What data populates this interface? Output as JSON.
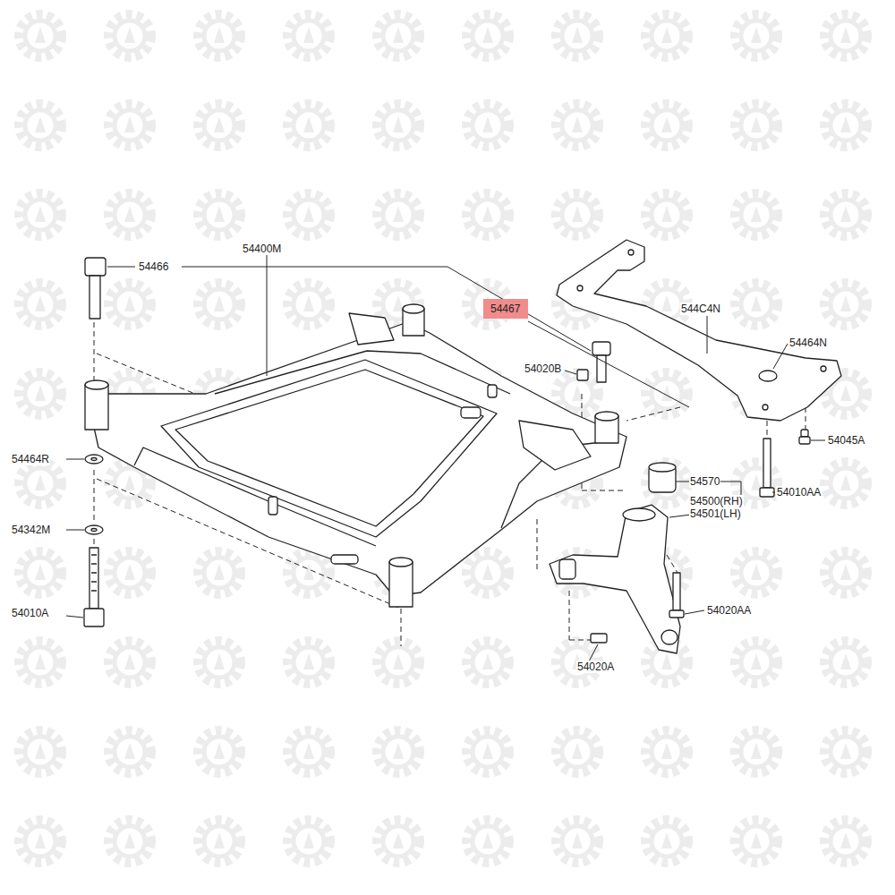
{
  "diagram": {
    "nodes": [
      {
        "text": [
          "54467"
        ]
      }
    ],
    "labels": [
      "54466",
      "54400M",
      "54020B",
      "544C4N",
      "54464N",
      "54045A",
      "54464R",
      "54570",
      "54500(RH)",
      "54501(LH)",
      "54342M",
      "54010AA",
      "54020AA",
      "54010A",
      "54020A"
    ]
  }
}
